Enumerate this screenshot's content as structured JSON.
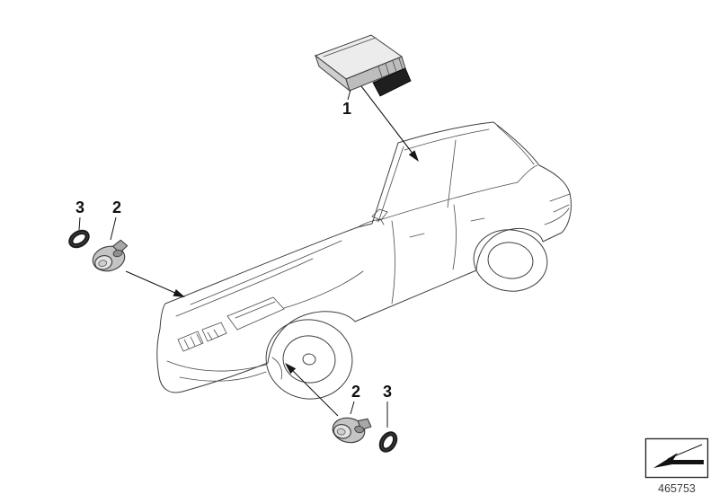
{
  "callouts": {
    "control_module": "1",
    "front_left_sensor": "2",
    "front_left_seal": "3",
    "front_lower_sensor": "2",
    "front_lower_seal": "3"
  },
  "legend": {
    "icon": "direction-arrow-icon"
  },
  "footer": {
    "part_number": "465753"
  },
  "colors": {
    "background": "#ffffff",
    "car_line": "#3f3f3f",
    "callout_text": "#111111",
    "module_fill": "#ececec",
    "sensor_fill": "#c4c4c4",
    "seal_color": "#1c1c1c"
  }
}
